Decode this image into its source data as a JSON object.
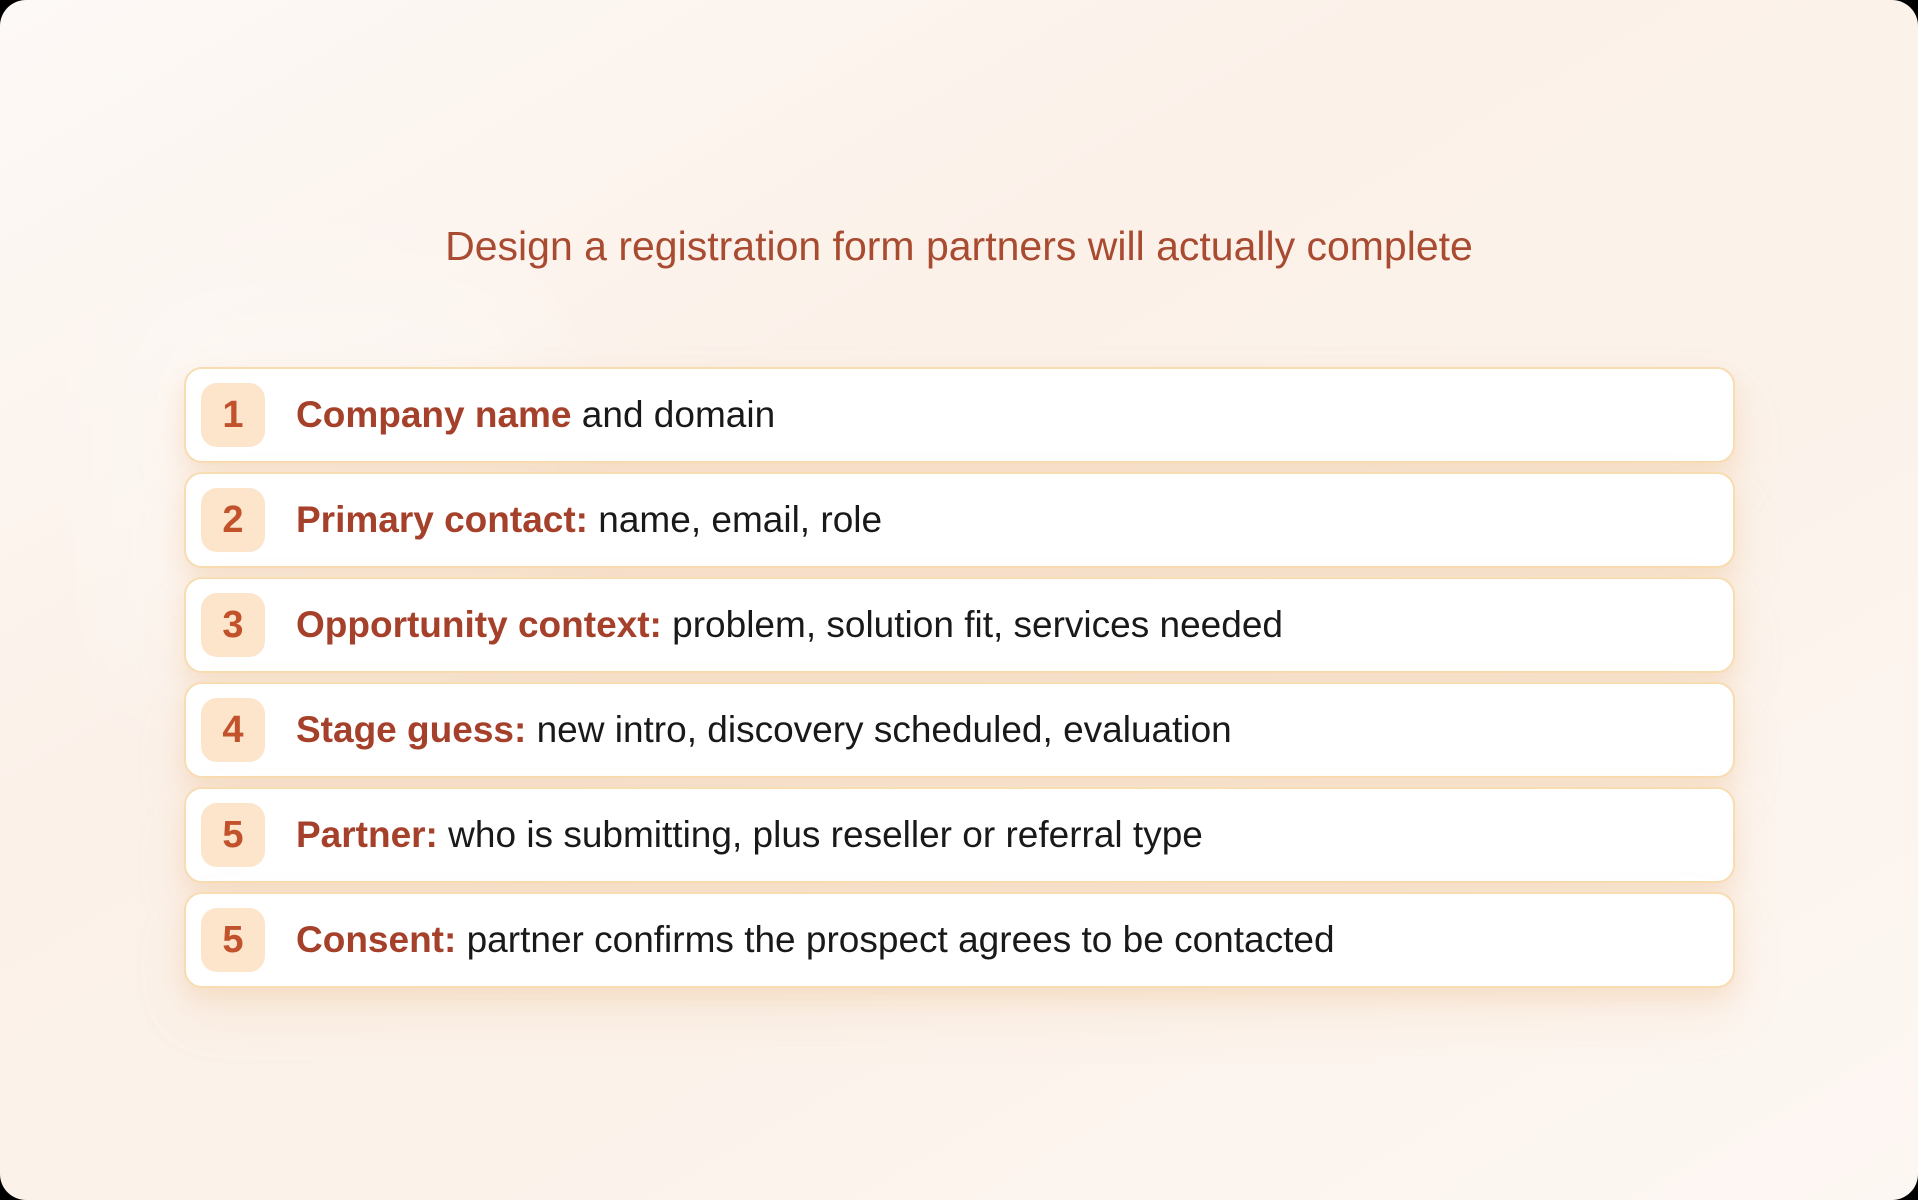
{
  "slide": {
    "title": "Design a registration form partners will actually complete",
    "colors": {
      "title": "#a94b31",
      "lead": "#a5402a",
      "body_text": "#191919",
      "badge_bg": "#fce5cb",
      "badge_number": "#c2522c",
      "card_border": "#f8dcb2",
      "card_bg": "#ffffff",
      "page_bg": "#fbf1e9"
    },
    "items": [
      {
        "number": "1",
        "lead": "Company name",
        "rest": " and domain"
      },
      {
        "number": "2",
        "lead": "Primary contact:",
        "rest": " name, email, role"
      },
      {
        "number": "3",
        "lead": "Opportunity context:",
        "rest": " problem, solution fit, services needed"
      },
      {
        "number": "4",
        "lead": "Stage guess:",
        "rest": " new intro, discovery scheduled, evaluation"
      },
      {
        "number": "5",
        "lead": "Partner:",
        "rest": " who is submitting, plus reseller or referral type"
      },
      {
        "number": "5",
        "lead": "Consent:",
        "rest": " partner confirms the prospect agrees to be contacted"
      }
    ]
  }
}
